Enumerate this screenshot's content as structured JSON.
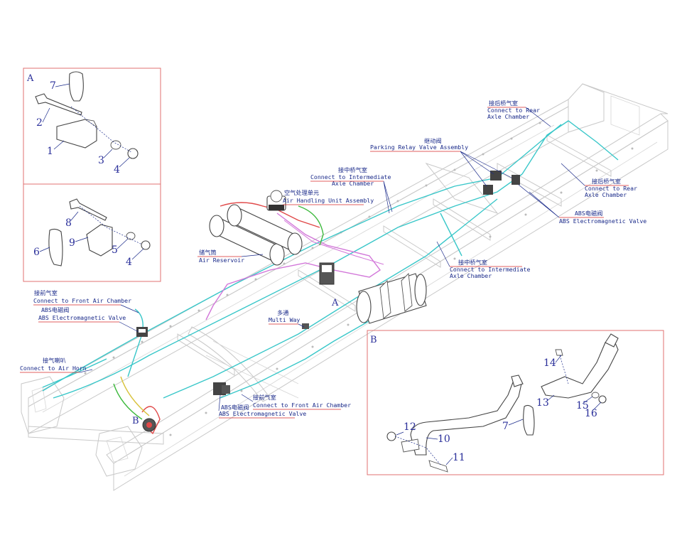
{
  "colors": {
    "pipe_cyan": "#39c7c9",
    "pipe_magenta": "#d277d9",
    "pipe_red": "#e04848",
    "pipe_green": "#3cb93c",
    "pipe_yellow": "#d8c23a",
    "label_blue": "#1a2a8a",
    "inset_border": "#e07070"
  },
  "labels": {
    "rear_axle_1_cn": "接后桥气室",
    "rear_axle_1_en1": "Connect to Rear",
    "rear_axle_1_en2": "Axle Chamber",
    "relay_valve_cn": "继动阀",
    "relay_valve_en": "Parking Relay Valve Assembly",
    "mid_axle_1_cn": "接中桥气室",
    "mid_axle_1_en1": "Connect to Intermediate",
    "mid_axle_1_en2": "Axle Chamber",
    "air_handling_cn": "空气处理单元",
    "air_handling_en": "Air Handling Unit Assembly",
    "rear_axle_2_cn": "接后桥气室",
    "rear_axle_2_en1": "Connect to Rear",
    "rear_axle_2_en2": "Axle Chamber",
    "abs_rear_cn": "ABS电磁阀",
    "abs_rear_en": "ABS Electromagnetic Valve",
    "reservoir_cn": "储气筒",
    "reservoir_en": "Air Reservoir",
    "mid_axle_2_cn": "接中桥气室",
    "mid_axle_2_en1": "Connect to Intermediate",
    "mid_axle_2_en2": "Axle Chamber",
    "front_chamber_1_cn": "接前气室",
    "front_chamber_1_en": "Connect to Front Air Chamber",
    "abs_front_1_cn": "ABS电磁阀",
    "abs_front_1_en": "ABS Electromagnetic Valve",
    "multi_way_cn": "多通",
    "multi_way_en": "Multi Way",
    "horn_cn": "接气喇叭",
    "horn_en": "Connect to Air Horn",
    "front_chamber_2_cn": "接前气室",
    "front_chamber_2_en": "Connect to Front Air Chamber",
    "abs_front_2_cn": "ABS电磁阀",
    "abs_front_2_en": "ABS Electromagnetic Valve",
    "callout_a": "A",
    "callout_b": "B"
  },
  "inset_a": {
    "letter": "A",
    "numbers": [
      "7",
      "2",
      "1",
      "3",
      "4",
      "8",
      "9",
      "5",
      "6",
      "4"
    ]
  },
  "inset_b": {
    "letter": "B",
    "numbers": [
      "14",
      "13",
      "15",
      "16",
      "7",
      "12",
      "10",
      "11"
    ]
  }
}
